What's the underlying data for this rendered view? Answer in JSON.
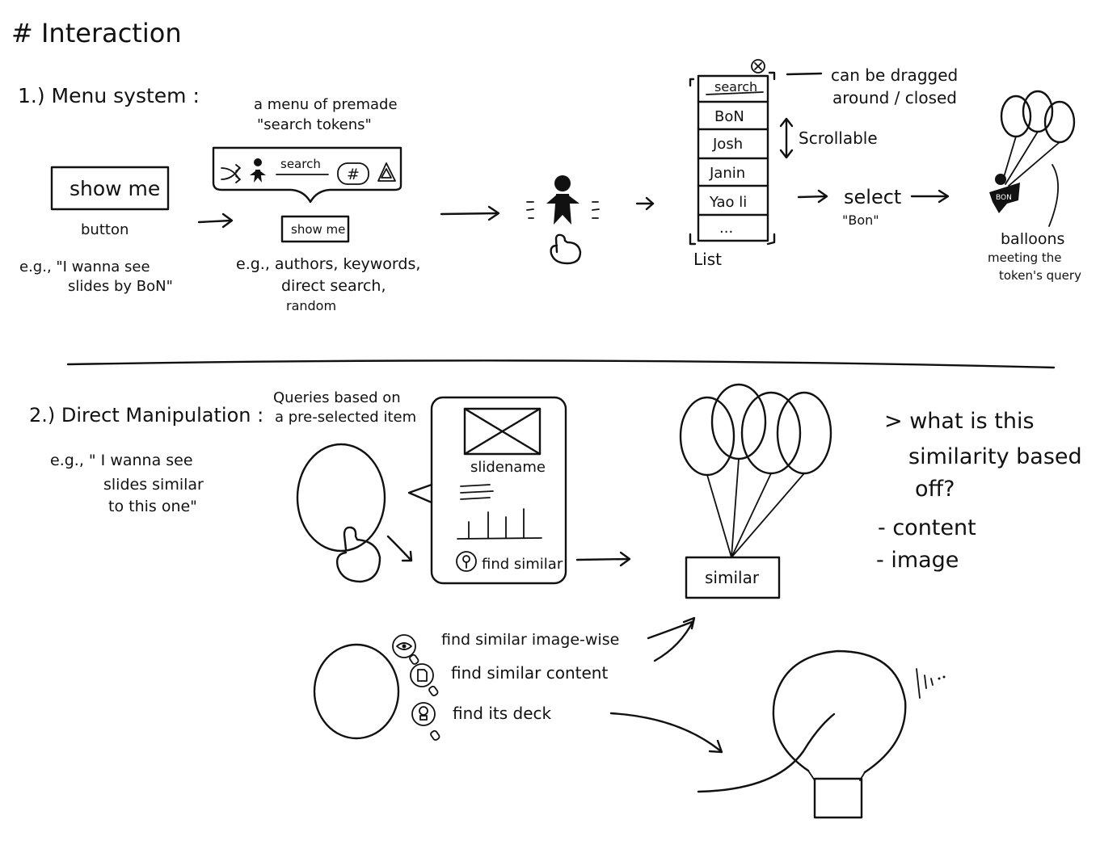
{
  "title": "# Interaction",
  "section1": {
    "heading": "1.) Menu system :",
    "show_me_button": "show me",
    "button_caption": "button",
    "example_1": "e.g., \"I wanna see",
    "example_2": "slides by BoN\"",
    "menu_note_1": "a menu of premade",
    "menu_note_2": "\"search tokens\"",
    "menu_search_label": "search",
    "menu_hash": "#",
    "small_show_me": "show me",
    "tokens_example_1": "e.g., authors, keywords,",
    "tokens_example_2": "direct search,",
    "tokens_example_3": "random",
    "list_items": [
      "search",
      "BoN",
      "Josh",
      "Janin",
      "Yao li",
      "..."
    ],
    "list_caption": "List",
    "drag_note_1": "can be dragged",
    "drag_note_2": "around / closed",
    "scrollable": "Scrollable",
    "select_1": "select",
    "select_2": "\"Bon\"",
    "avatar_tag": "BON",
    "balloons_1": "balloons",
    "balloons_2": "meeting the",
    "balloons_3": "token's query"
  },
  "section2": {
    "heading": "2.) Direct Manipulation :",
    "example_1": "e.g., \" I wanna see",
    "example_2": "slides similar",
    "example_3": "to this one\"",
    "queries_1": "Queries based on",
    "queries_2": "a pre-selected item",
    "slidename": "slidename",
    "find_similar": "find similar",
    "similar_box": "similar",
    "question_1": "> what is this",
    "question_2": "similarity based",
    "question_3": "off?",
    "bullet_content": "- content",
    "bullet_image": "- image",
    "option_image": "find similar image-wise",
    "option_content": "find similar content",
    "option_deck": "find its deck"
  }
}
